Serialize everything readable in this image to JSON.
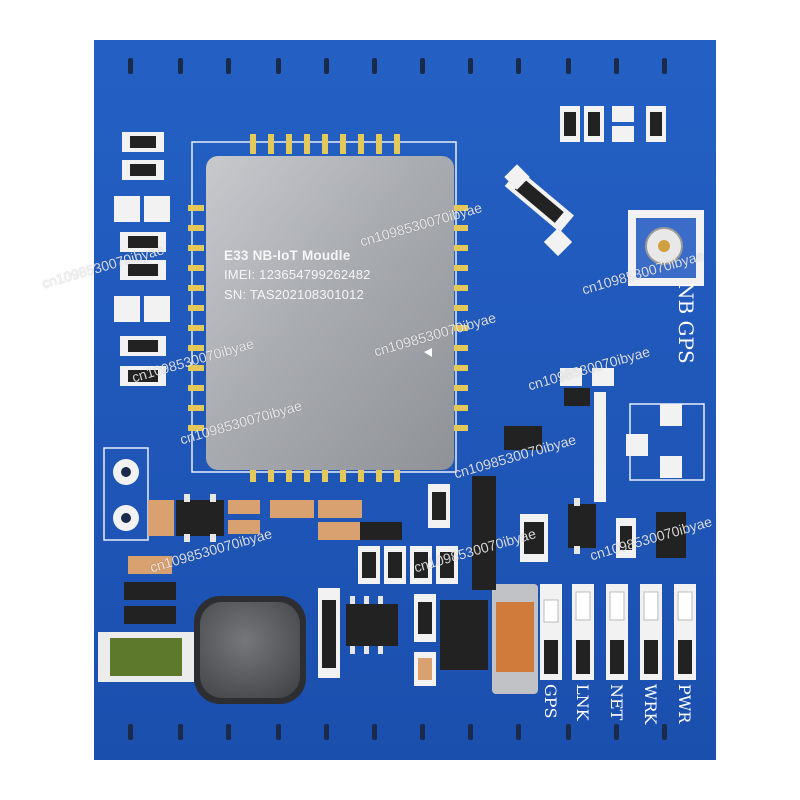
{
  "module": {
    "title": "E33 NB-IoT Moudle",
    "imei": "IMEI: 123654799262482",
    "sn": "SN: TAS202108301012"
  },
  "silkscreen": {
    "antenna": "NB  GPS",
    "led_labels": [
      "GPS",
      "LNK",
      "NET",
      "WRK",
      "PWR"
    ]
  },
  "watermark": "cn1098530070ibyae",
  "colors": {
    "background": "#ffffff",
    "pcb": "#1f55b8",
    "shield": "#a8abb0",
    "pad": "#f2f2f2",
    "component": "#222222",
    "inductor": "#5e5f62",
    "diode_body": "#5d7a2c",
    "capacitor": "#d9a070"
  }
}
